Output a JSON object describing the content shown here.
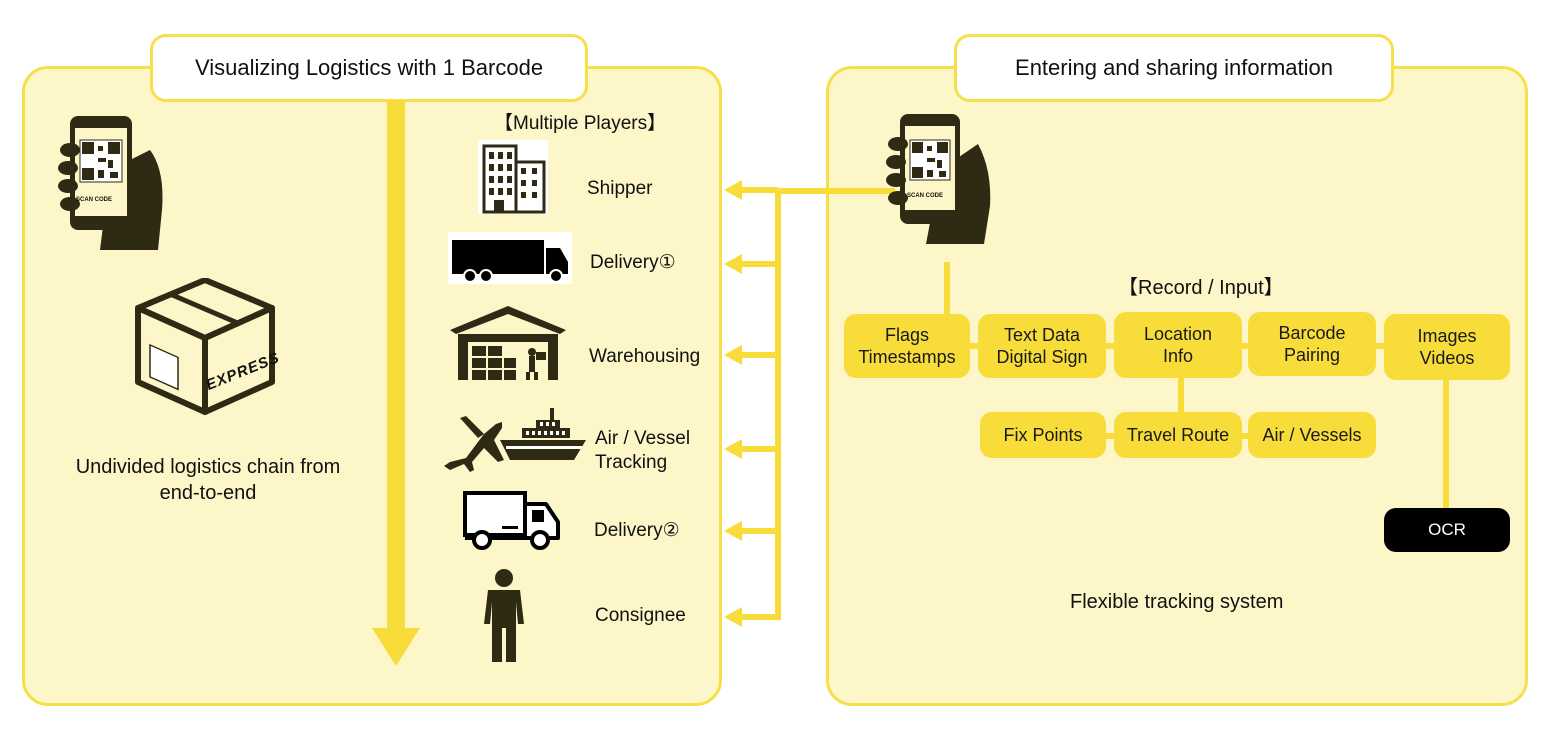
{
  "left_panel": {
    "title": "Visualizing Logistics with 1 Barcode",
    "chain_caption_line1": "Undivided logistics chain from",
    "chain_caption_line2": "end-to-end",
    "phone_label": "SCAN CODE",
    "box_label": "EXPRESS",
    "players_heading": "【Multiple Players】",
    "players": [
      {
        "label": "Shipper",
        "icon": "building-icon"
      },
      {
        "label": "Delivery①",
        "icon": "semi-truck-icon"
      },
      {
        "label": "Warehousing",
        "icon": "warehouse-icon"
      },
      {
        "label_line1": "Air / Vessel",
        "label_line2": "Tracking",
        "icon": "plane-ship-icon"
      },
      {
        "label": "Delivery②",
        "icon": "delivery-truck-icon"
      },
      {
        "label": "Consignee",
        "icon": "person-icon"
      }
    ]
  },
  "right_panel": {
    "title": "Entering and sharing information",
    "phone_label": "SCAN CODE",
    "record_heading": "【Record / Input】",
    "boxes": {
      "flags": {
        "line1": "Flags",
        "line2": "Timestamps"
      },
      "text_data": {
        "line1": "Text Data",
        "line2": "Digital Sign"
      },
      "location": {
        "line1": "Location",
        "line2": "Info"
      },
      "barcode": {
        "line1": "Barcode",
        "line2": "Pairing"
      },
      "images": {
        "line1": "Images",
        "line2": "Videos"
      },
      "fix_points": "Fix Points",
      "travel_route": "Travel Route",
      "air_vessels": "Air / Vessels",
      "ocr": "OCR"
    },
    "caption": "Flexible tracking system"
  },
  "colors": {
    "panel_fill": "#fdf6c8",
    "accent_yellow": "#f5e04a",
    "box_yellow": "#f7dc3a",
    "icon_dark": "#2f2a14"
  }
}
